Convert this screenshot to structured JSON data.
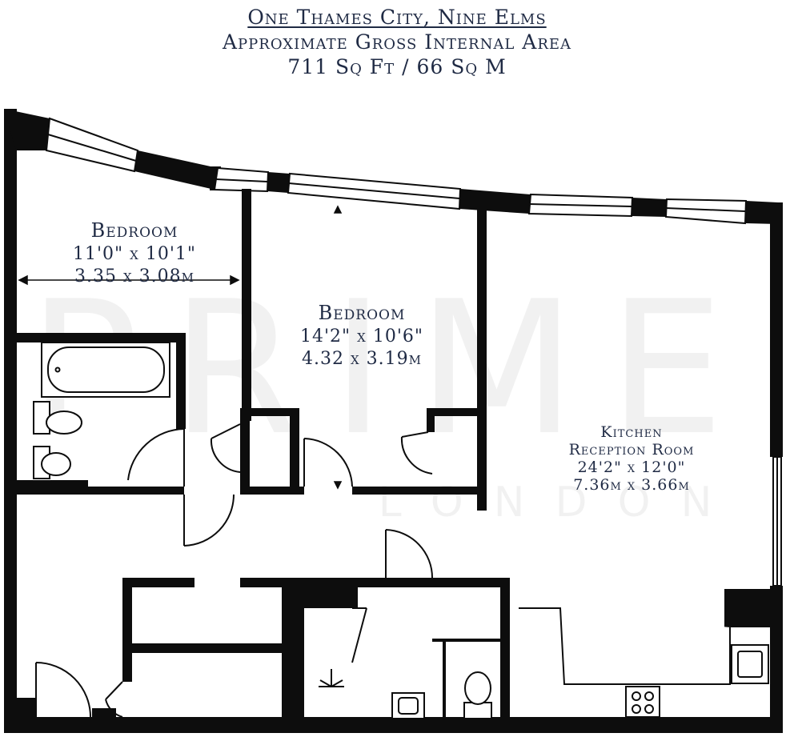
{
  "header": {
    "title": "One Thames City, Nine Elms",
    "subtitle": "Approximate Gross Internal Area",
    "area": "711 Sq Ft / 66 Sq M"
  },
  "rooms": {
    "bedroom_1": {
      "name": "Bedroom",
      "imperial": "11'0\" x 10'1\"",
      "metric": "3.35 x 3.08m"
    },
    "bedroom_2": {
      "name": "Bedroom",
      "imperial": "14'2\" x 10'6\"",
      "metric": "4.32 x 3.19m"
    },
    "kitchen_reception": {
      "name": "Kitchen",
      "name_2": "Reception Room",
      "imperial": "24'2\" x 12'0\"",
      "metric": "7.36m x 3.66m"
    }
  },
  "watermark": {
    "brand": "PRIME",
    "sub": "LONDON"
  },
  "colors": {
    "wall": "#0d0d0d",
    "text": "#1f2a44",
    "window": "#ffffff"
  }
}
